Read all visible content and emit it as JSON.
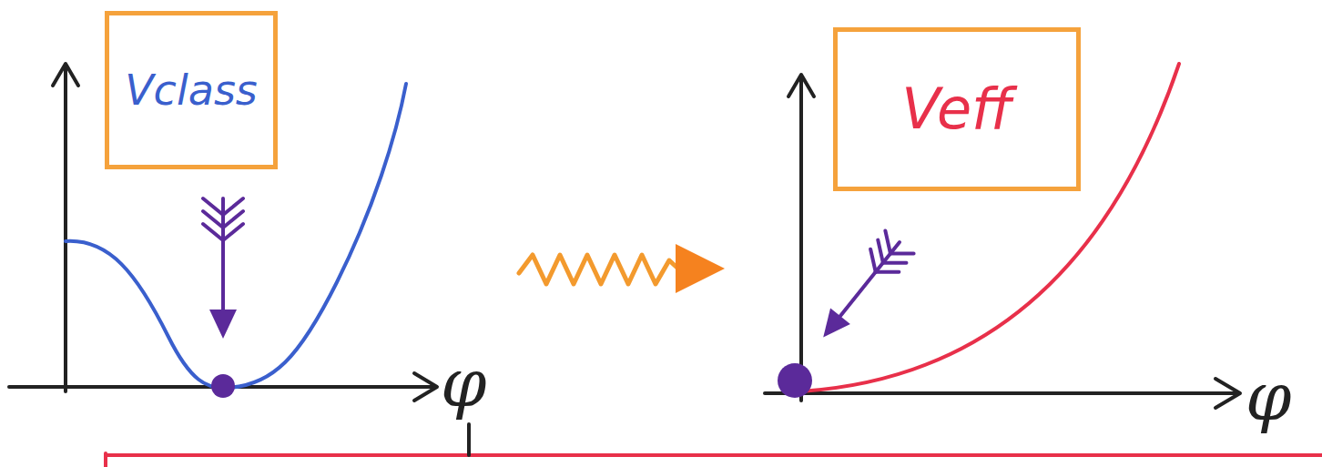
{
  "diagram": {
    "nodes": [
      {
        "text": [
          "Vclass"
        ]
      },
      {
        "text": [
          "Veff"
        ]
      }
    ],
    "labels": [
      "φ",
      "φ"
    ]
  }
}
